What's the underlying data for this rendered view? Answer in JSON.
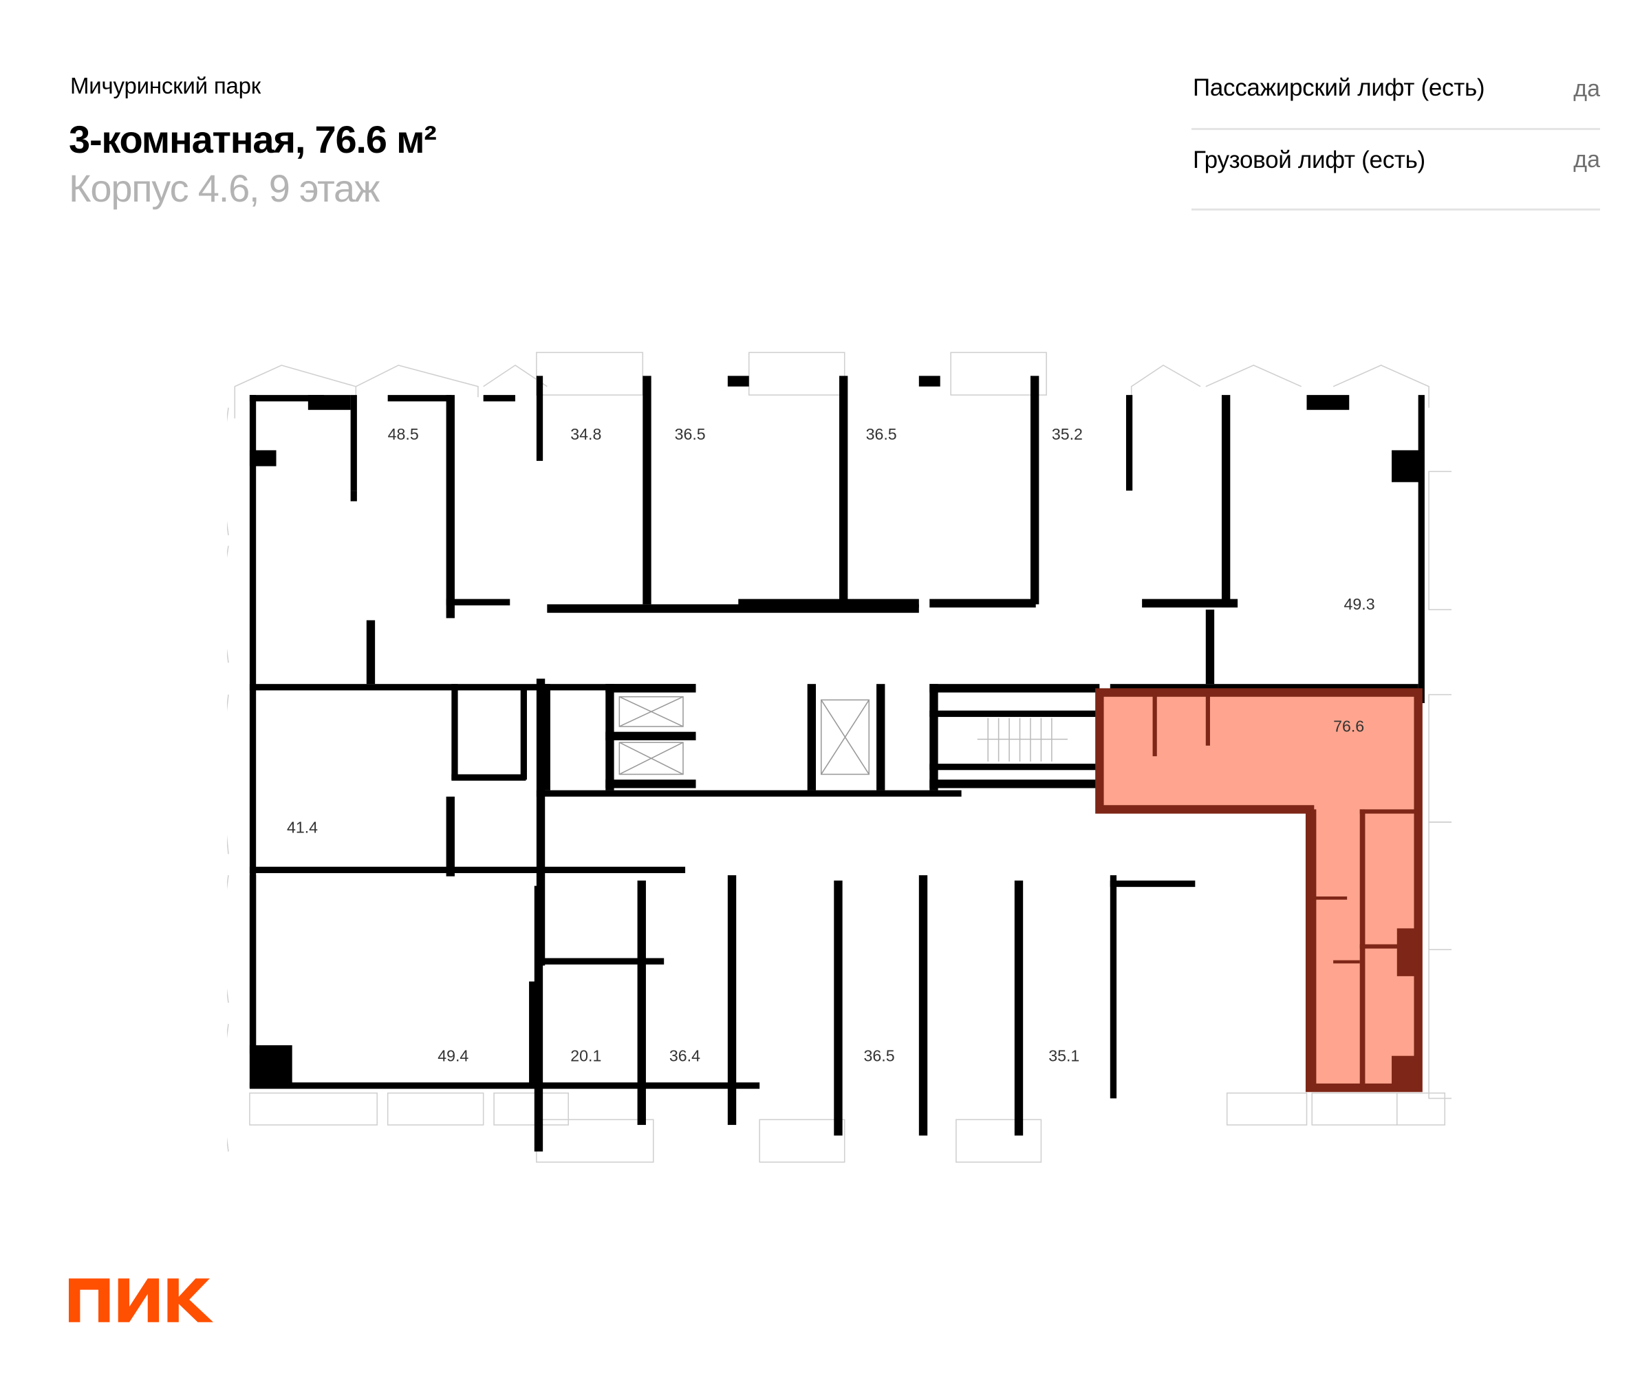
{
  "header": {
    "project_name": "Мичуринский парк",
    "apartment_title": "3-комнатная, 76.6 м²",
    "location": "Корпус 4.6, 9 этаж"
  },
  "features": [
    {
      "label": "Пассажирский лифт (есть)",
      "value": "да"
    },
    {
      "label": "Грузовой лифт (есть)",
      "value": "да"
    }
  ],
  "floor_plan": {
    "highlight_color": "#ffa58f",
    "highlight_wall_color": "#7e2617",
    "selected_unit": {
      "area": "76.6",
      "rooms": 3
    },
    "units_top": [
      "48.5",
      "34.8",
      "36.5",
      "36.5",
      "35.2",
      "49.3"
    ],
    "units_left": [
      "41.4"
    ],
    "units_bottom": [
      "49.4",
      "20.1",
      "36.4",
      "36.5",
      "35.1"
    ]
  },
  "brand": {
    "logo_text": "ПИК",
    "logo_color": "#ff4f00"
  }
}
